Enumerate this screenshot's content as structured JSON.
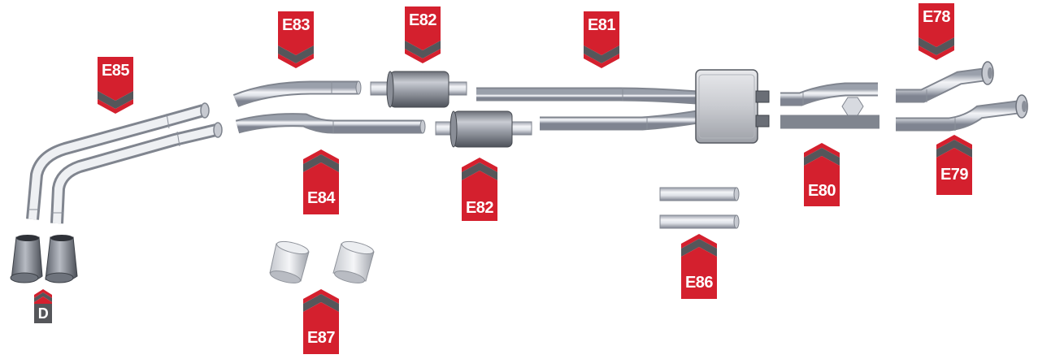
{
  "diagram": {
    "colors": {
      "label_red": "#d4202e",
      "chevron_gray": "#55565a",
      "pipe_light": "#e4e6ec",
      "pipe_dark": "#8e93a0",
      "tip_dark": "#555a63"
    },
    "labels": {
      "e78": "E78",
      "e79": "E79",
      "e80": "E80",
      "e81": "E81",
      "e82_top": "E82",
      "e82_bottom": "E82",
      "e83": "E83",
      "e84": "E84",
      "e85": "E85",
      "e86": "E86",
      "e87": "E87",
      "d": "D"
    }
  }
}
